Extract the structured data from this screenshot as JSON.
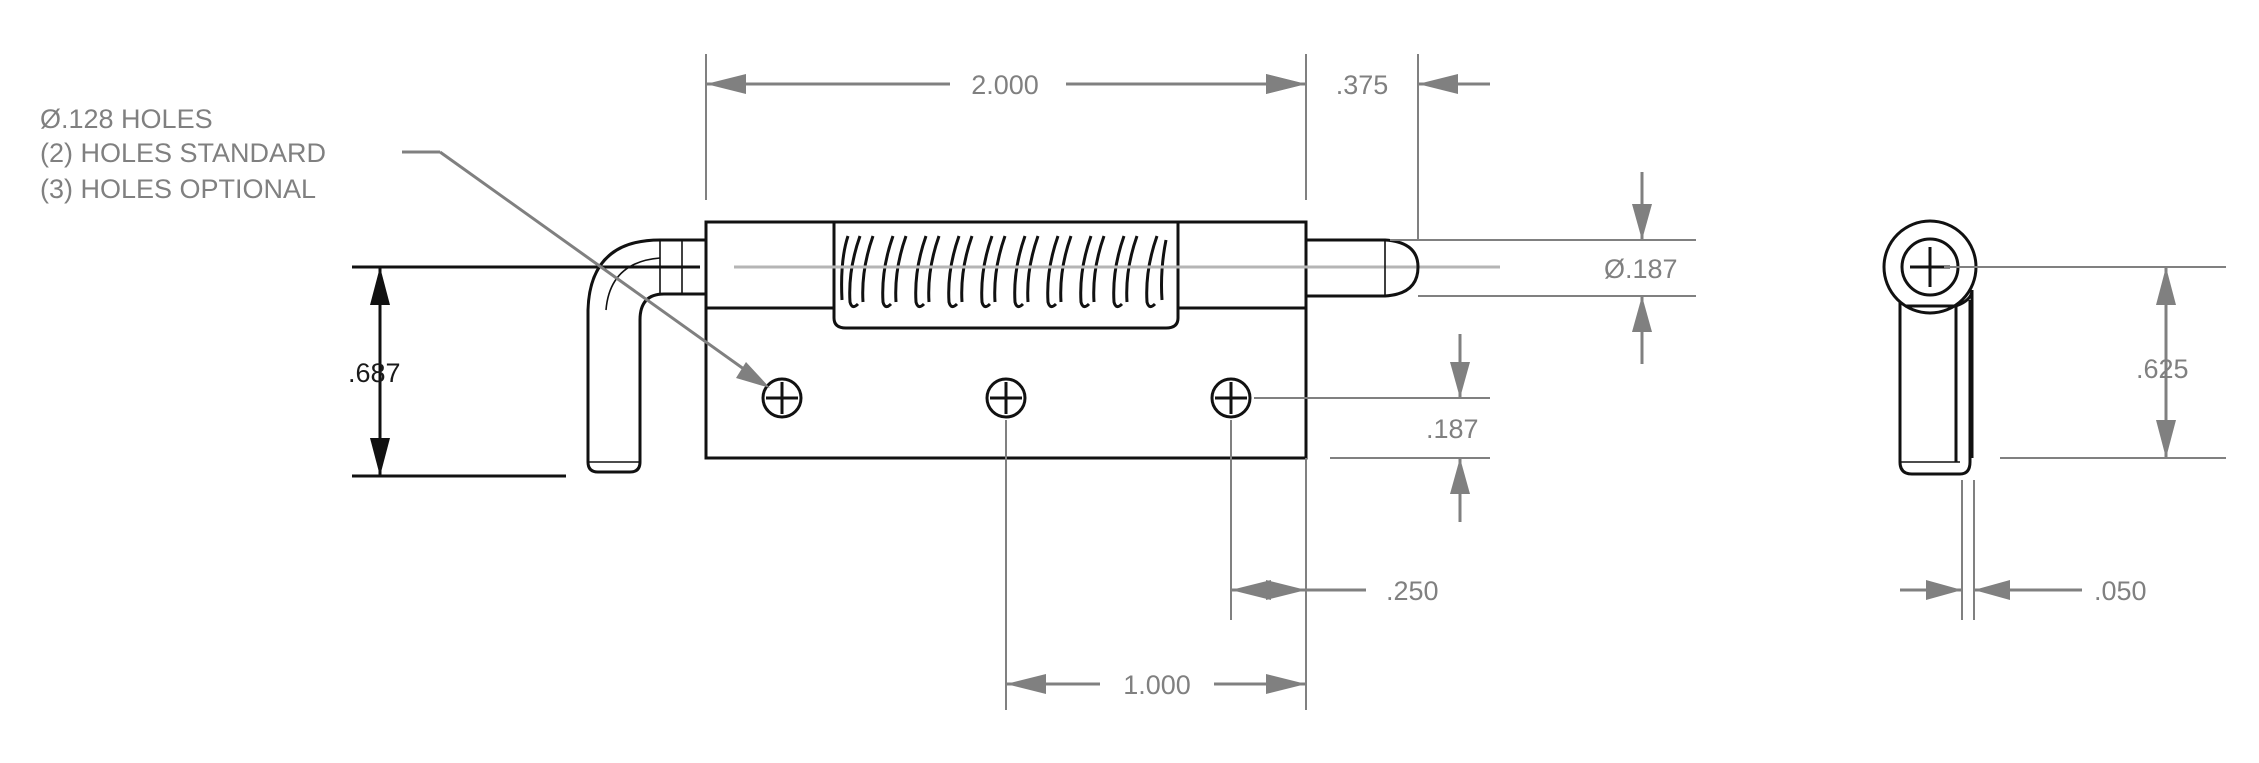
{
  "callout": {
    "line1": "Ø.128 HOLES",
    "line2": "(2) HOLES STANDARD",
    "line3": "(3) HOLES OPTIONAL"
  },
  "dimensions": {
    "overall_length": "2.000",
    "pin_extension": ".375",
    "pin_diameter": "Ø.187",
    "height": ".687",
    "hole_from_bottom": ".187",
    "hole_from_end": ".250",
    "hole_spacing": "1.000",
    "side_height": ".625",
    "thickness": ".050"
  }
}
